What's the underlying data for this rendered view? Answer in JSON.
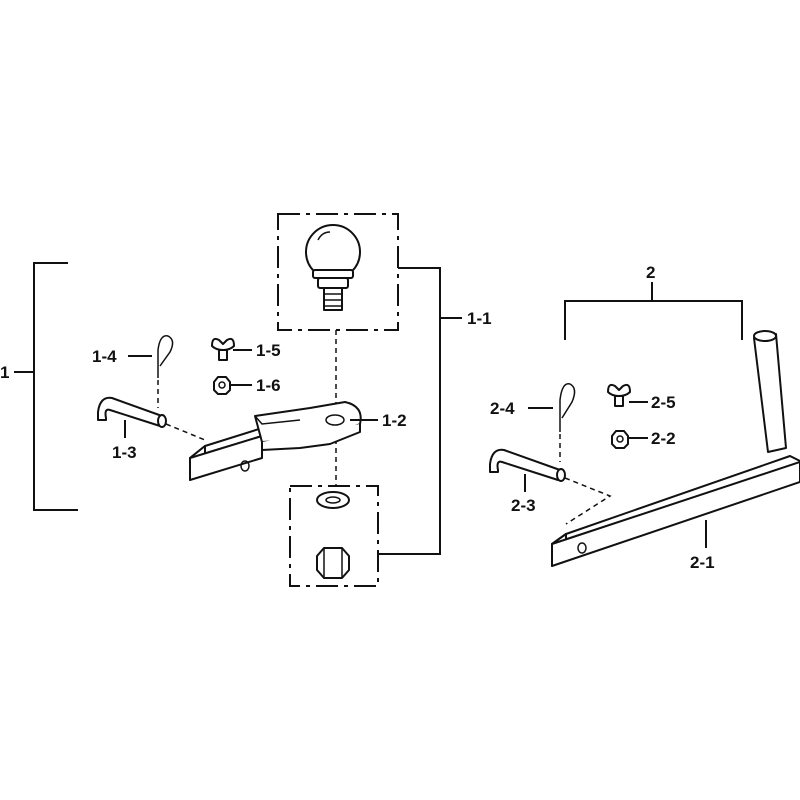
{
  "labels": {
    "assembly_1": "1",
    "part_1_1": "1-1",
    "part_1_2": "1-2",
    "part_1_3": "1-3",
    "part_1_4": "1-4",
    "part_1_5": "1-5",
    "part_1_6": "1-6",
    "assembly_2": "2",
    "part_2_1": "2-1",
    "part_2_2": "2-2",
    "part_2_3": "2-3",
    "part_2_4": "2-4",
    "part_2_5": "2-5"
  }
}
